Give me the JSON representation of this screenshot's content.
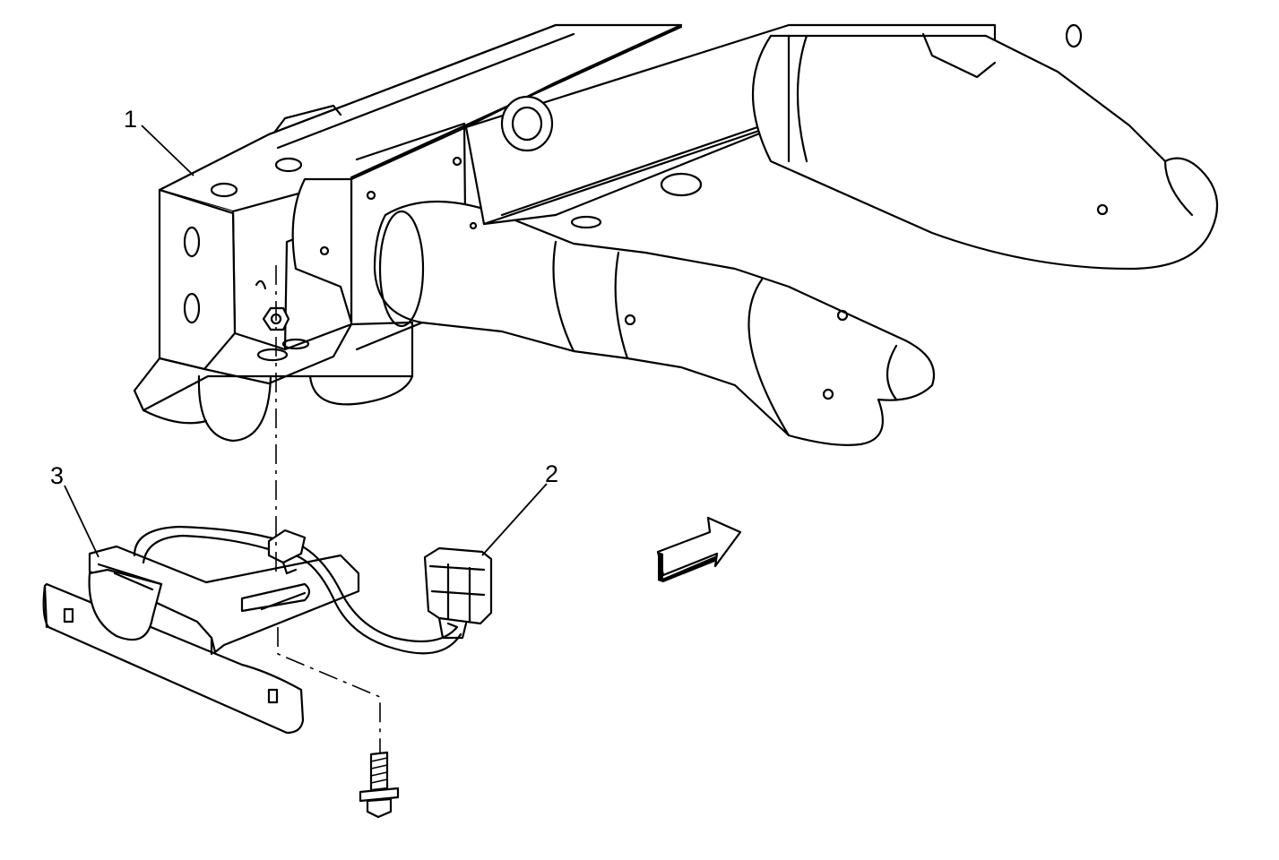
{
  "callouts": {
    "one": "1",
    "two": "2",
    "three": "3"
  },
  "colors": {
    "line": "#000000",
    "background": "#ffffff"
  },
  "icons": {
    "direction_arrow": "forward-arrow-icon"
  }
}
